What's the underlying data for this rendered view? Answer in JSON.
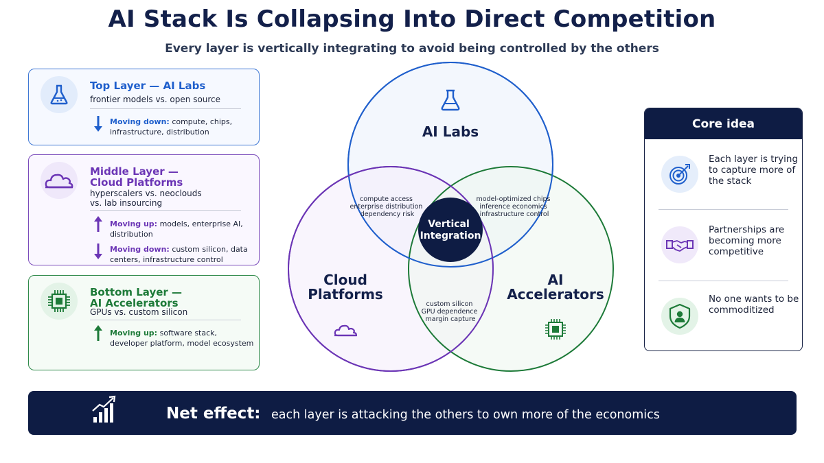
{
  "header": {
    "title": "AI Stack Is Collapsing Into Direct Competition",
    "subtitle": "Every layer is vertically integrating to avoid being controlled by the others"
  },
  "layers": {
    "top": {
      "title": "Top Layer — AI Labs",
      "subtitle": "frontier models vs. open source",
      "icon": "flask-icon",
      "moves": [
        {
          "direction": "down",
          "label": "Moving down:",
          "text": "compute, chips, infrastructure, distribution"
        }
      ]
    },
    "middle": {
      "title_line1": "Middle Layer —",
      "title_line2": "Cloud Platforms",
      "subtitle_line1": "hyperscalers vs. neoclouds",
      "subtitle_line2": "vs. lab insourcing",
      "icon": "cloud-icon",
      "moves": [
        {
          "direction": "up",
          "label": "Moving up:",
          "text": "models, enterprise AI, distribution"
        },
        {
          "direction": "down",
          "label": "Moving down:",
          "text": "custom silicon, data centers, infrastructure control"
        }
      ]
    },
    "bottom": {
      "title_line1": "Bottom Layer —",
      "title_line2": "AI Accelerators",
      "subtitle": "GPUs vs. custom silicon",
      "icon": "chip-icon",
      "moves": [
        {
          "direction": "up",
          "label": "Moving up:",
          "text": "software stack, developer platform, model ecosystem"
        }
      ]
    }
  },
  "venn": {
    "labs": "AI Labs",
    "cloud_line1": "Cloud",
    "cloud_line2": "Platforms",
    "accel_line1": "AI",
    "accel_line2": "Accelerators",
    "center_line1": "Vertical",
    "center_line2": "Integration",
    "labs_cloud": [
      "compute access",
      "enterprise distribution",
      "dependency risk"
    ],
    "labs_accel": [
      "model-optimized chips",
      "inference economics",
      "infrastructure control"
    ],
    "cloud_accel": [
      "custom silicon",
      "GPU dependence",
      "margin capture"
    ],
    "colors": {
      "labs": "#1f5fcc",
      "cloud": "#6b35b5",
      "accel": "#1d7a38",
      "center": "#0e1c44"
    }
  },
  "core": {
    "title": "Core idea",
    "items": [
      {
        "icon": "target-icon",
        "text": "Each layer is trying to capture more of the stack"
      },
      {
        "icon": "handshake-icon",
        "text": "Partnerships are becoming more competitive"
      },
      {
        "icon": "shield-user-icon",
        "text": "No one wants to be commoditized"
      }
    ]
  },
  "net": {
    "icon": "growth-chart-icon",
    "label": "Net effect:",
    "text": "each layer is attacking the others to own more of the economics"
  }
}
